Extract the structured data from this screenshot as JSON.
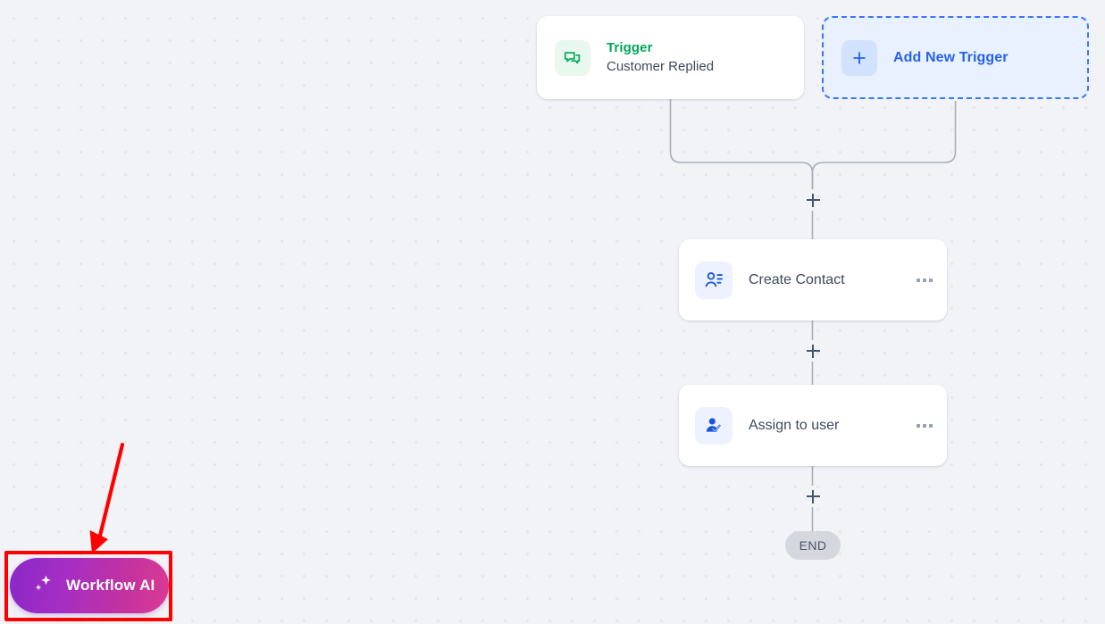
{
  "canvas": {
    "background_color": "#f1f3f6",
    "dot_color": "#e4e6ea"
  },
  "workflow": {
    "trigger": {
      "icon": "chat-bubbles-icon",
      "title": "Trigger",
      "title_color": "#00a65a",
      "subtitle": "Customer Replied"
    },
    "add_trigger": {
      "icon": "plus-icon",
      "label": "Add New Trigger",
      "accent_color": "#2563eb",
      "border_style": "dashed"
    },
    "nodes": [
      {
        "icon": "contact-card-icon",
        "label": "Create Contact",
        "menu": "more-options-icon"
      },
      {
        "icon": "user-check-icon",
        "label": "Assign to user",
        "menu": "more-options-icon"
      }
    ],
    "add_step_buttons": [
      {
        "label": "+"
      },
      {
        "label": "+"
      },
      {
        "label": "+"
      }
    ],
    "end_node": {
      "label": "END",
      "background_color": "#d4d7de"
    }
  },
  "workflow_ai_button": {
    "label": "Workflow AI",
    "icon": "sparkles-icon",
    "gradient_start": "#8b27c7",
    "gradient_end": "#db3b93"
  },
  "annotation": {
    "type": "highlight-box-with-arrow",
    "color": "#ff0000",
    "target": "Workflow AI"
  }
}
